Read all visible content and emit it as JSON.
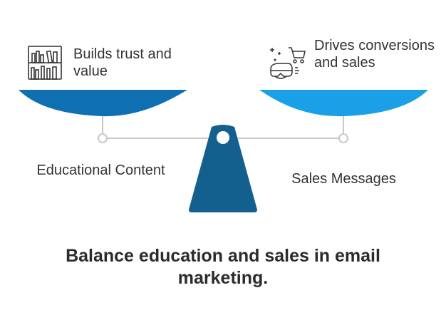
{
  "left_side": {
    "benefit": "Builds trust and value",
    "label": "Educational Content",
    "icon": "books-icon",
    "pan_color": "#0f6fb3"
  },
  "right_side": {
    "benefit": "Drives conversions and sales",
    "label": "Sales Messages",
    "icon": "shopping-vr-icon",
    "pan_color": "#1aa0e6"
  },
  "fulcrum_color": "#13608f",
  "beam_color": "#c8c8c8",
  "headline": "Balance education and sales in email marketing."
}
